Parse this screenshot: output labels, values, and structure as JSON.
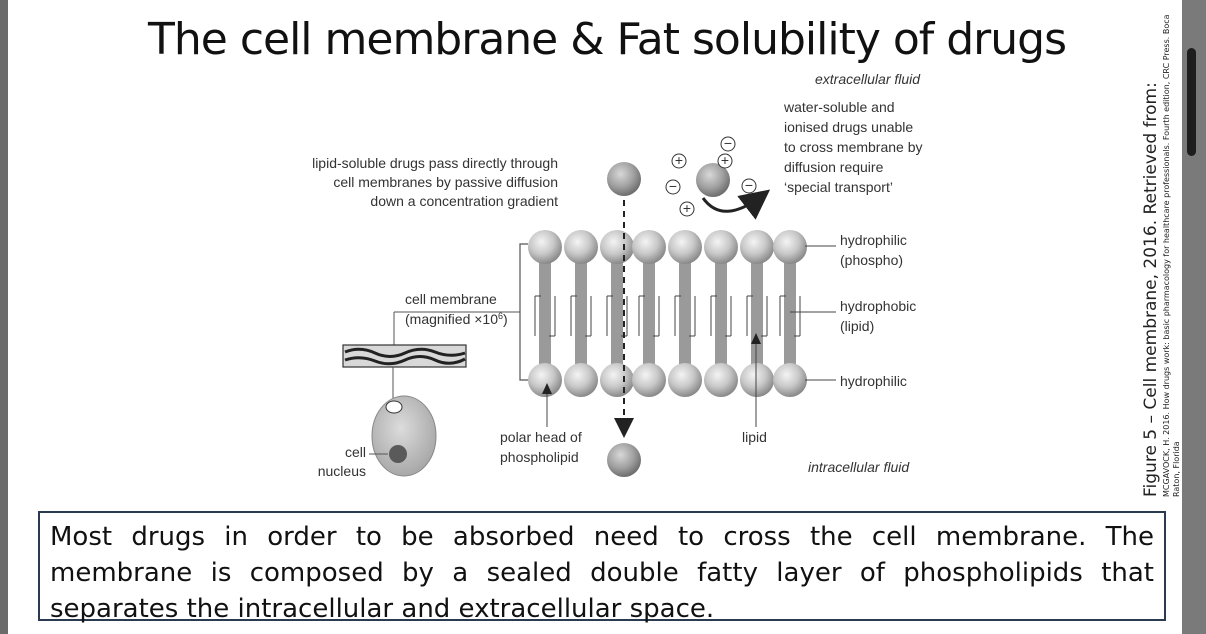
{
  "slide": {
    "title": "The cell membrane & Fat solubility of drugs",
    "body_text": "Most drugs in order to be absorbed need to cross the cell membrane. The membrane is composed by a sealed double fatty layer of phospholipids that separates the intracellular and extracellular space."
  },
  "caption": {
    "main": "Figure 5 – Cell membrane, 2016. Retrieved from:",
    "source": "MCGAVOCK, H. 2016. How drugs work: basic pharmacology for healthcare professionals. Fourth edition, CRC Press. Boca Raton, Florida"
  },
  "diagram": {
    "extracellular": "extracellular fluid",
    "intracellular": "intracellular fluid",
    "lipid_soluble": [
      "lipid-soluble drugs pass directly through",
      "cell membranes by passive diffusion",
      "down a concentration gradient"
    ],
    "water_soluble": [
      "water-soluble and",
      "ionised drugs unable",
      "to cross membrane by",
      "diffusion require",
      "‘special transport’"
    ],
    "hydrophilic_top": [
      "hydrophilic",
      "(phospho)"
    ],
    "hydrophobic": [
      "hydrophobic",
      "(lipid)"
    ],
    "hydrophilic_bottom": "hydrophilic",
    "cell_membrane": "cell membrane",
    "magnified": "(magnified ×10",
    "magnified_exp": "6",
    "magnified_end": ")",
    "cell": "cell",
    "nucleus": "nucleus",
    "polar_head": [
      "polar head of",
      "phospholipid"
    ],
    "lipid": "lipid",
    "ion_plus": "+",
    "ion_minus": "−"
  },
  "colors": {
    "accent_border": "#2a3a50",
    "sphere_light": "#e2e2e2",
    "sphere_dark": "#8a8a8a",
    "tail": "#9a9a9a"
  }
}
